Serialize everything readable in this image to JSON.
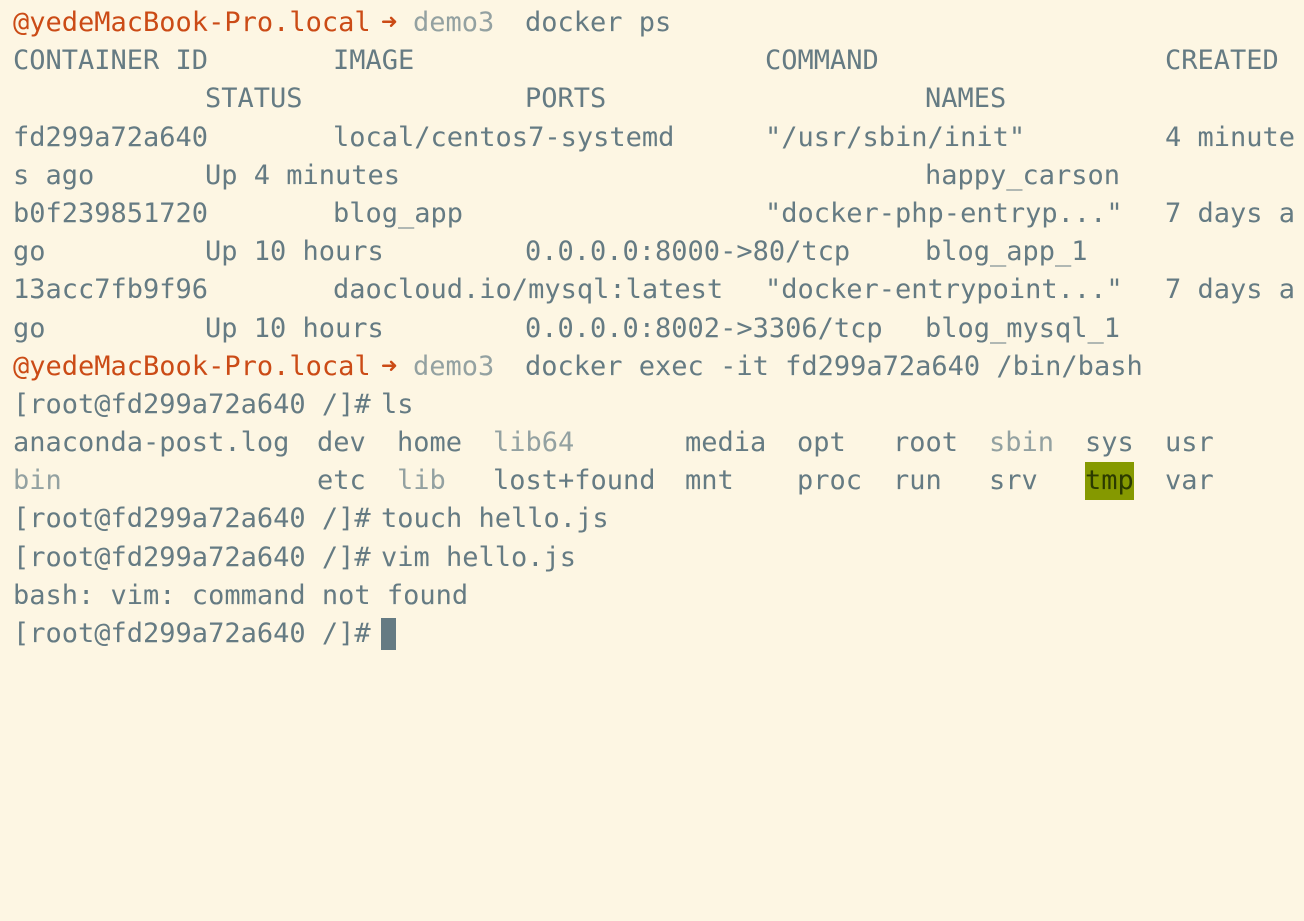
{
  "prompt": {
    "host": "@yedeMacBook-Pro.local",
    "arrow": "➜",
    "dir": "demo3"
  },
  "commands": {
    "docker_ps": "docker ps",
    "docker_exec": "docker exec -it fd299a72a640 /bin/bash",
    "ls": "ls",
    "touch": "touch hello.js",
    "vim": "vim hello.js"
  },
  "container_prompt": "[root@fd299a72a640 /]#",
  "ps_table": {
    "headers": {
      "container_id": "CONTAINER ID",
      "image": "IMAGE",
      "command": "COMMAND",
      "created": "CREATED",
      "status": "STATUS",
      "ports": "PORTS",
      "names": "NAMES"
    },
    "rows": [
      {
        "container_id": "fd299a72a640",
        "image": "local/centos7-systemd",
        "command": "\"/usr/sbin/init\"",
        "created_part1": "4 minute",
        "created_part2": "s ago",
        "status": "Up 4 minutes",
        "ports": "",
        "names": "happy_carson"
      },
      {
        "container_id": "b0f239851720",
        "image": "blog_app",
        "command": "\"docker-php-entryp...\"",
        "created_part1": "7 days a",
        "created_part2": "go",
        "status": "Up 10 hours",
        "ports": "0.0.0.0:8000->80/tcp",
        "names": "blog_app_1"
      },
      {
        "container_id": "13acc7fb9f96",
        "image": "daocloud.io/mysql:latest",
        "command": "\"docker-entrypoint...\"",
        "created_part1": "7 days a",
        "created_part2": "go",
        "status": "Up 10 hours",
        "ports": "0.0.0.0:8002->3306/tcp",
        "names": "blog_mysql_1"
      }
    ]
  },
  "ls_output": {
    "row1": [
      {
        "name": "anaconda-post.log",
        "kind": "file"
      },
      {
        "name": "dev",
        "kind": "dir"
      },
      {
        "name": "home",
        "kind": "dir"
      },
      {
        "name": "lib64",
        "kind": "link"
      },
      {
        "name": "media",
        "kind": "dir"
      },
      {
        "name": "opt",
        "kind": "dir"
      },
      {
        "name": "root",
        "kind": "dir"
      },
      {
        "name": "sbin",
        "kind": "link"
      },
      {
        "name": "sys",
        "kind": "dir"
      },
      {
        "name": "usr",
        "kind": "dir"
      }
    ],
    "row2": [
      {
        "name": "bin",
        "kind": "link"
      },
      {
        "name": "etc",
        "kind": "dir"
      },
      {
        "name": "lib",
        "kind": "link"
      },
      {
        "name": "lost+found",
        "kind": "dir"
      },
      {
        "name": "mnt",
        "kind": "dir"
      },
      {
        "name": "proc",
        "kind": "dir"
      },
      {
        "name": "run",
        "kind": "dir"
      },
      {
        "name": "srv",
        "kind": "dir"
      },
      {
        "name": "tmp",
        "kind": "sticky-dir"
      },
      {
        "name": "var",
        "kind": "dir"
      }
    ]
  },
  "error_output": "bash: vim: command not found",
  "colors": {
    "background": "#fdf6e3",
    "text": "#657b83",
    "prompt_host": "#cb4b16",
    "prompt_dir": "#93a1a1",
    "dir_dim": "#93a1a1",
    "tmp_bg": "#859900"
  }
}
